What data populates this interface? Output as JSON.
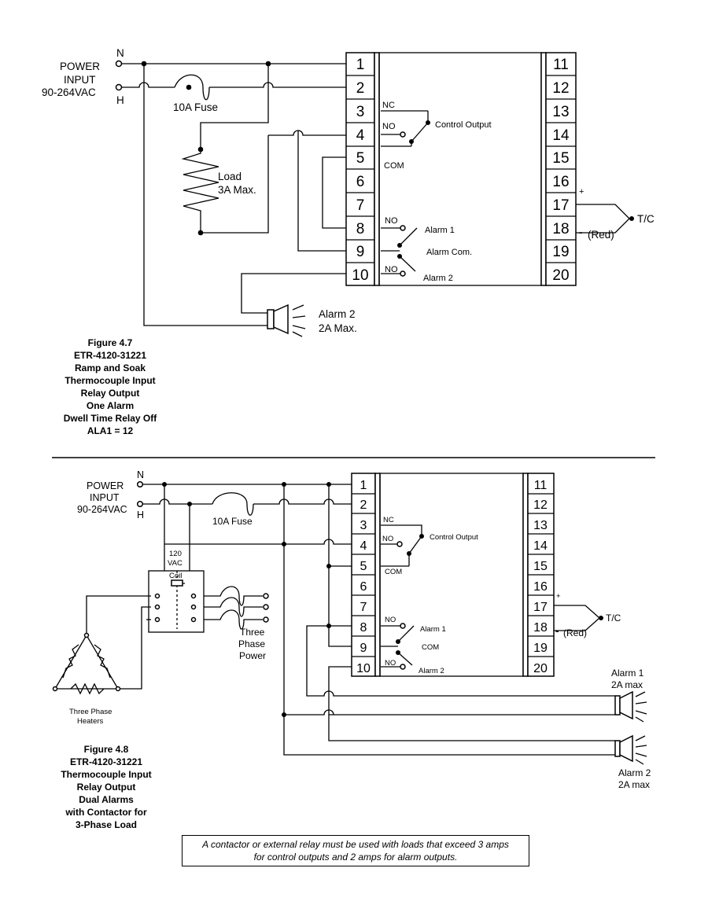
{
  "terminals_left": [
    "1",
    "2",
    "3",
    "4",
    "5",
    "6",
    "7",
    "8",
    "9",
    "10"
  ],
  "terminals_right": [
    "11",
    "12",
    "13",
    "14",
    "15",
    "16",
    "17",
    "18",
    "19",
    "20"
  ],
  "fig7": {
    "power_input": [
      "POWER",
      "INPUT",
      "90-264VAC"
    ],
    "n": "N",
    "h": "H",
    "fuse": "10A Fuse",
    "load": [
      "Load",
      "3A Max."
    ],
    "nc": "NC",
    "no": "NO",
    "com": "COM",
    "control_output": "Control Output",
    "alarm1": "Alarm 1",
    "alarm_com": "Alarm Com.",
    "alarm2": "Alarm 2",
    "plus": "+",
    "minus": "-",
    "red": "(Red)",
    "tc": "T/C",
    "alarm2_device": [
      "Alarm 2",
      "2A  Max."
    ],
    "caption": [
      "Figure 4.7",
      "ETR-4120-31221",
      "Ramp and Soak",
      "Thermocouple Input",
      "Relay Output",
      "One Alarm",
      "Dwell Time Relay Off",
      "ALA1 = 12"
    ]
  },
  "fig8": {
    "power_input": [
      "POWER",
      "INPUT",
      "90-264VAC"
    ],
    "n": "N",
    "h": "H",
    "fuse": "10A Fuse",
    "coil": [
      "120",
      "VAC",
      "Coil"
    ],
    "three_phase_power": [
      "Three",
      "Phase",
      "Power"
    ],
    "heaters": [
      "Three Phase",
      "Heaters"
    ],
    "nc": "NC",
    "no": "NO",
    "com": "COM",
    "control_output": "Control Output",
    "alarm1": "Alarm 1",
    "com2": "COM",
    "alarm2": "Alarm 2",
    "plus": "+",
    "minus": "-",
    "red": "(Red)",
    "tc": "T/C",
    "alarm1_device": [
      "Alarm 1",
      "2A max"
    ],
    "alarm2_device": [
      "Alarm 2",
      "2A max"
    ],
    "caption": [
      "Figure 4.8",
      "ETR-4120-31221",
      "Thermocouple Input",
      "Relay Output",
      "Dual Alarms",
      "with Contactor for",
      "3-Phase Load"
    ]
  },
  "note": [
    "A contactor or external relay must be used with loads that exceed 3 amps",
    "for control outputs and 2 amps for alarm outputs."
  ]
}
